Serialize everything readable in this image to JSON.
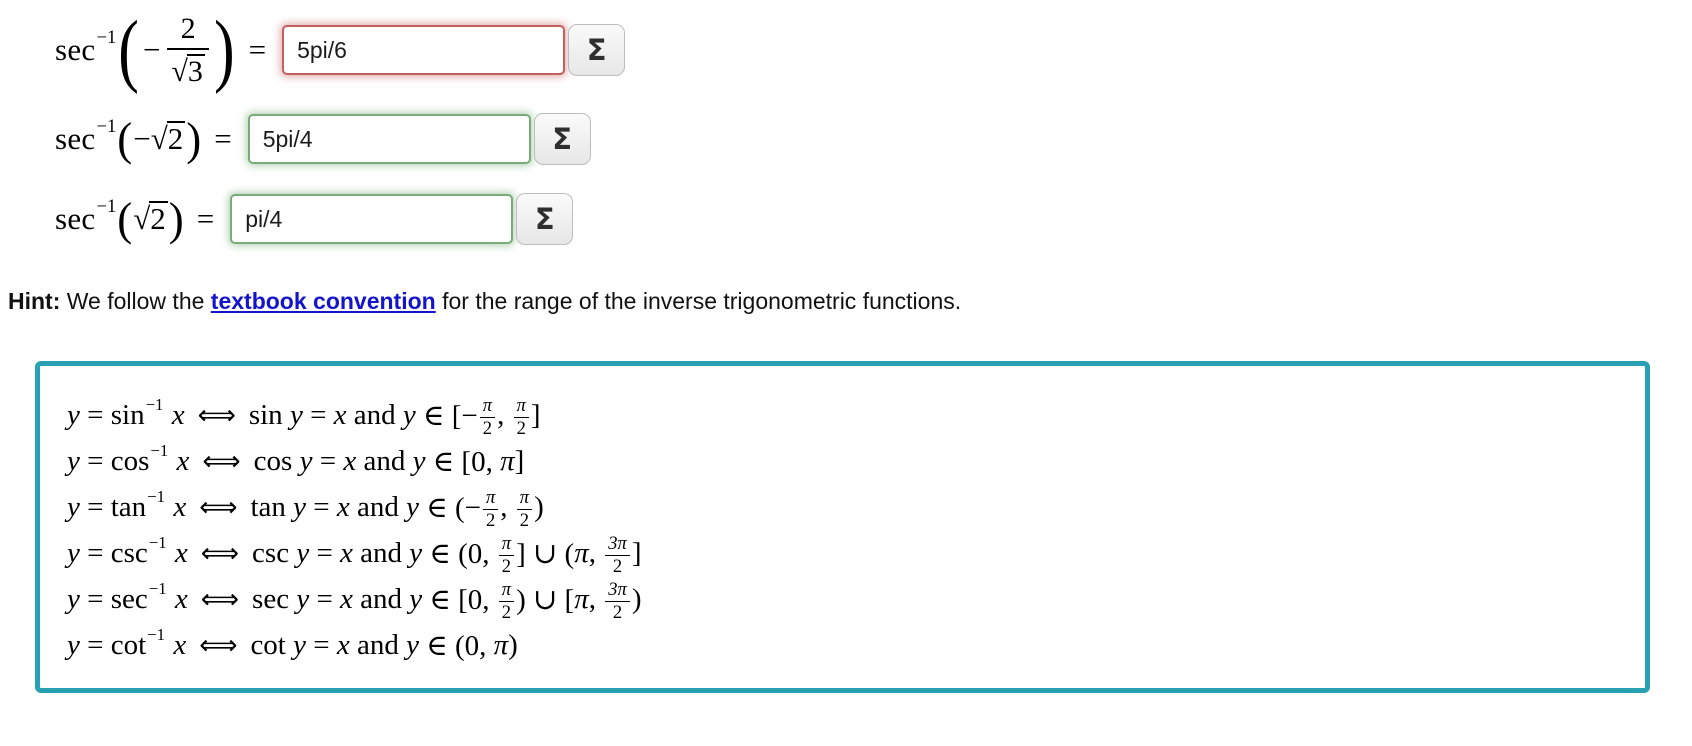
{
  "problems": [
    {
      "func": "sec",
      "exp": "−1",
      "lparen": "(",
      "rparen": ")",
      "minus": "−",
      "numerator": "2",
      "root": "√",
      "radicand": "3",
      "equals": "=",
      "answer": "5pi/6",
      "status": "incorrect",
      "symbol_button": "Σ"
    },
    {
      "func": "sec",
      "exp": "−1",
      "lparen": "(",
      "rparen": ")",
      "minus": "−",
      "root": "√",
      "radicand": "2",
      "equals": "=",
      "answer": "5pi/4",
      "status": "correct",
      "symbol_button": "Σ"
    },
    {
      "func": "sec",
      "exp": "−1",
      "lparen": "(",
      "rparen": ")",
      "root": "√",
      "radicand": "2",
      "equals": "=",
      "answer": "pi/4",
      "status": "correct",
      "symbol_button": "Σ"
    }
  ],
  "hint": {
    "label": "Hint:",
    "text_before_link": " We follow the ",
    "link_text": "textbook convention",
    "text_after_link": " for the range of the inverse trigonometric functions."
  },
  "colors": {
    "incorrect_border": "#c2605f",
    "correct_border": "#79ab79",
    "box_border": "#29a1b2",
    "link_blue": "#1414cc"
  },
  "conventions_box": {
    "lines": [
      {
        "tokens": [
          {
            "it": "y"
          },
          {
            "t": " = "
          },
          {
            "t": "sin"
          },
          {
            "sup": "−1"
          },
          {
            "it": " x"
          },
          {
            "ar": "⟺"
          },
          {
            "t": "sin "
          },
          {
            "it": "y"
          },
          {
            "t": " = "
          },
          {
            "it": "x"
          },
          {
            "t": " and "
          },
          {
            "it": "y"
          },
          {
            "t": " ∈ [−"
          },
          {
            "frac": [
              "π",
              "2"
            ]
          },
          {
            "t": ", "
          },
          {
            "frac": [
              "π",
              "2"
            ]
          },
          {
            "t": "]"
          }
        ]
      },
      {
        "tokens": [
          {
            "it": "y"
          },
          {
            "t": " = "
          },
          {
            "t": "cos"
          },
          {
            "sup": "−1"
          },
          {
            "it": " x"
          },
          {
            "ar": "⟺"
          },
          {
            "t": "cos "
          },
          {
            "it": "y"
          },
          {
            "t": " = "
          },
          {
            "it": "x"
          },
          {
            "t": " and "
          },
          {
            "it": "y"
          },
          {
            "t": " ∈ [0, "
          },
          {
            "it": "π"
          },
          {
            "t": "]"
          }
        ]
      },
      {
        "tokens": [
          {
            "it": "y"
          },
          {
            "t": " = "
          },
          {
            "t": "tan"
          },
          {
            "sup": "−1"
          },
          {
            "it": " x"
          },
          {
            "ar": "⟺"
          },
          {
            "t": "tan "
          },
          {
            "it": "y"
          },
          {
            "t": " = "
          },
          {
            "it": "x"
          },
          {
            "t": " and "
          },
          {
            "it": "y"
          },
          {
            "t": " ∈ (−"
          },
          {
            "frac": [
              "π",
              "2"
            ]
          },
          {
            "t": ", "
          },
          {
            "frac": [
              "π",
              "2"
            ]
          },
          {
            "t": ")"
          }
        ]
      },
      {
        "tokens": [
          {
            "it": "y"
          },
          {
            "t": " = "
          },
          {
            "t": "csc"
          },
          {
            "sup": "−1"
          },
          {
            "it": " x"
          },
          {
            "ar": "⟺"
          },
          {
            "t": "csc "
          },
          {
            "it": "y"
          },
          {
            "t": " = "
          },
          {
            "it": "x"
          },
          {
            "t": " and "
          },
          {
            "it": "y"
          },
          {
            "t": " ∈ (0, "
          },
          {
            "frac": [
              "π",
              "2"
            ]
          },
          {
            "t": "] ∪ ("
          },
          {
            "it": "π"
          },
          {
            "t": ", "
          },
          {
            "frac": [
              "3π",
              "2"
            ]
          },
          {
            "t": "]"
          }
        ]
      },
      {
        "tokens": [
          {
            "it": "y"
          },
          {
            "t": " = "
          },
          {
            "t": "sec"
          },
          {
            "sup": "−1"
          },
          {
            "it": " x"
          },
          {
            "ar": "⟺"
          },
          {
            "t": "sec "
          },
          {
            "it": "y"
          },
          {
            "t": " = "
          },
          {
            "it": "x"
          },
          {
            "t": " and "
          },
          {
            "it": "y"
          },
          {
            "t": " ∈ [0, "
          },
          {
            "frac": [
              "π",
              "2"
            ]
          },
          {
            "t": ") ∪ ["
          },
          {
            "it": "π"
          },
          {
            "t": ", "
          },
          {
            "frac": [
              "3π",
              "2"
            ]
          },
          {
            "t": ")"
          }
        ]
      },
      {
        "tokens": [
          {
            "it": "y"
          },
          {
            "t": " = "
          },
          {
            "t": "cot"
          },
          {
            "sup": "−1"
          },
          {
            "it": " x"
          },
          {
            "ar": "⟺"
          },
          {
            "t": "cot "
          },
          {
            "it": "y"
          },
          {
            "t": " = "
          },
          {
            "it": "x"
          },
          {
            "t": " and "
          },
          {
            "it": "y"
          },
          {
            "t": " ∈ (0, "
          },
          {
            "it": "π"
          },
          {
            "t": ")"
          }
        ]
      }
    ]
  }
}
